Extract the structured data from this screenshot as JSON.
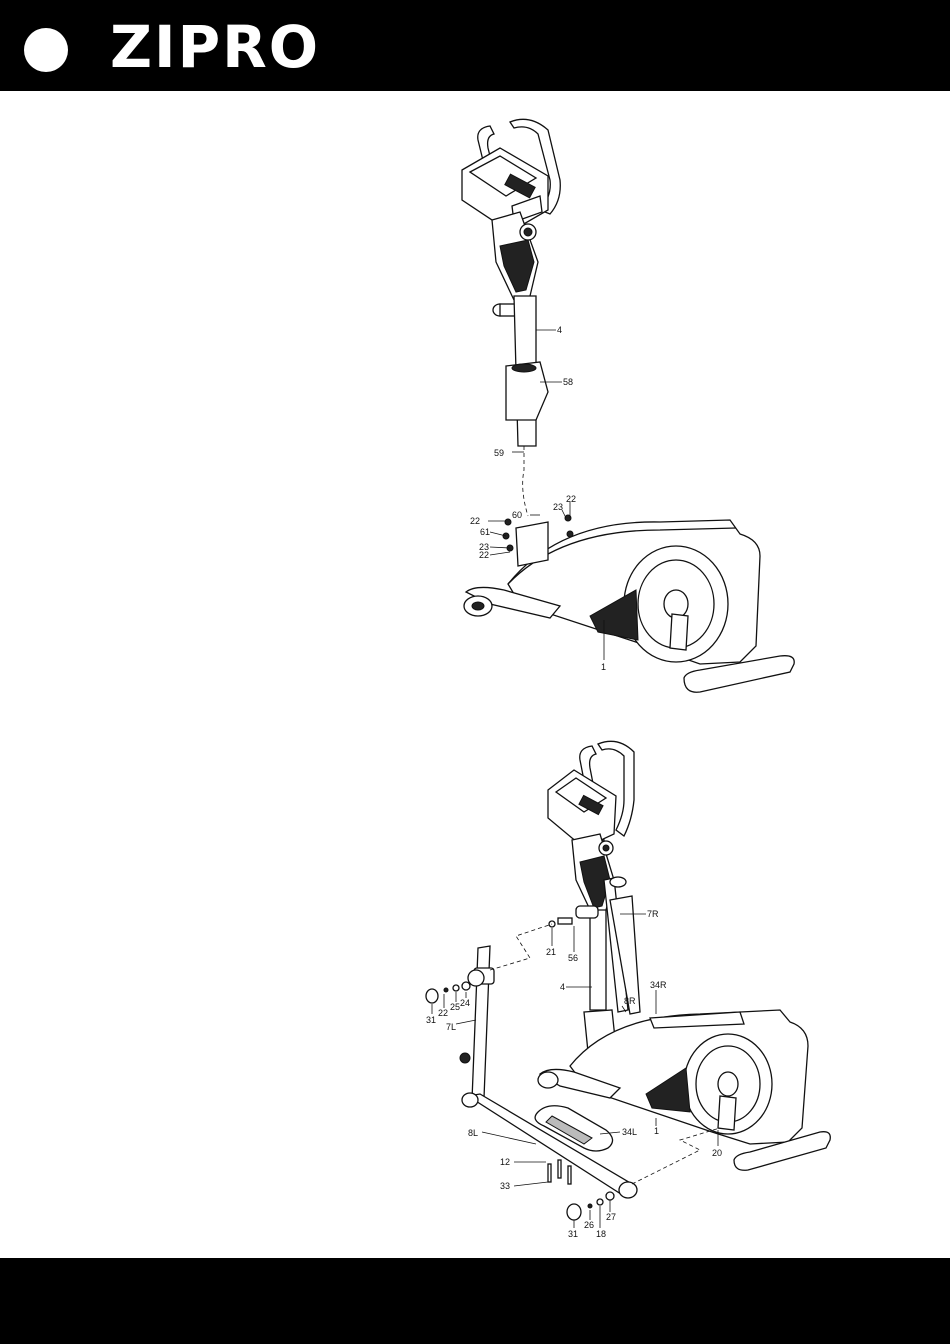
{
  "header": {
    "logo_text": "ZIPRO"
  },
  "figure1": {
    "callouts": {
      "p4": "4",
      "p58": "58",
      "p59": "59",
      "p60": "60",
      "p22a": "22",
      "p22b": "22",
      "p23a": "23",
      "p61": "61",
      "p23b": "23",
      "p22c": "22",
      "p1": "1"
    }
  },
  "figure2": {
    "callouts": {
      "p7R": "7R",
      "p21": "21",
      "p56": "56",
      "p4": "4",
      "p8R": "8R",
      "p34R": "34R",
      "p31a": "31",
      "p22": "22",
      "p25": "25",
      "p24": "24",
      "p7L": "7L",
      "p8L": "8L",
      "p34L": "34L",
      "p1": "1",
      "p20": "20",
      "p12": "12",
      "p33": "33",
      "p31b": "31",
      "p26": "26",
      "p27": "27",
      "p18": "18"
    }
  }
}
